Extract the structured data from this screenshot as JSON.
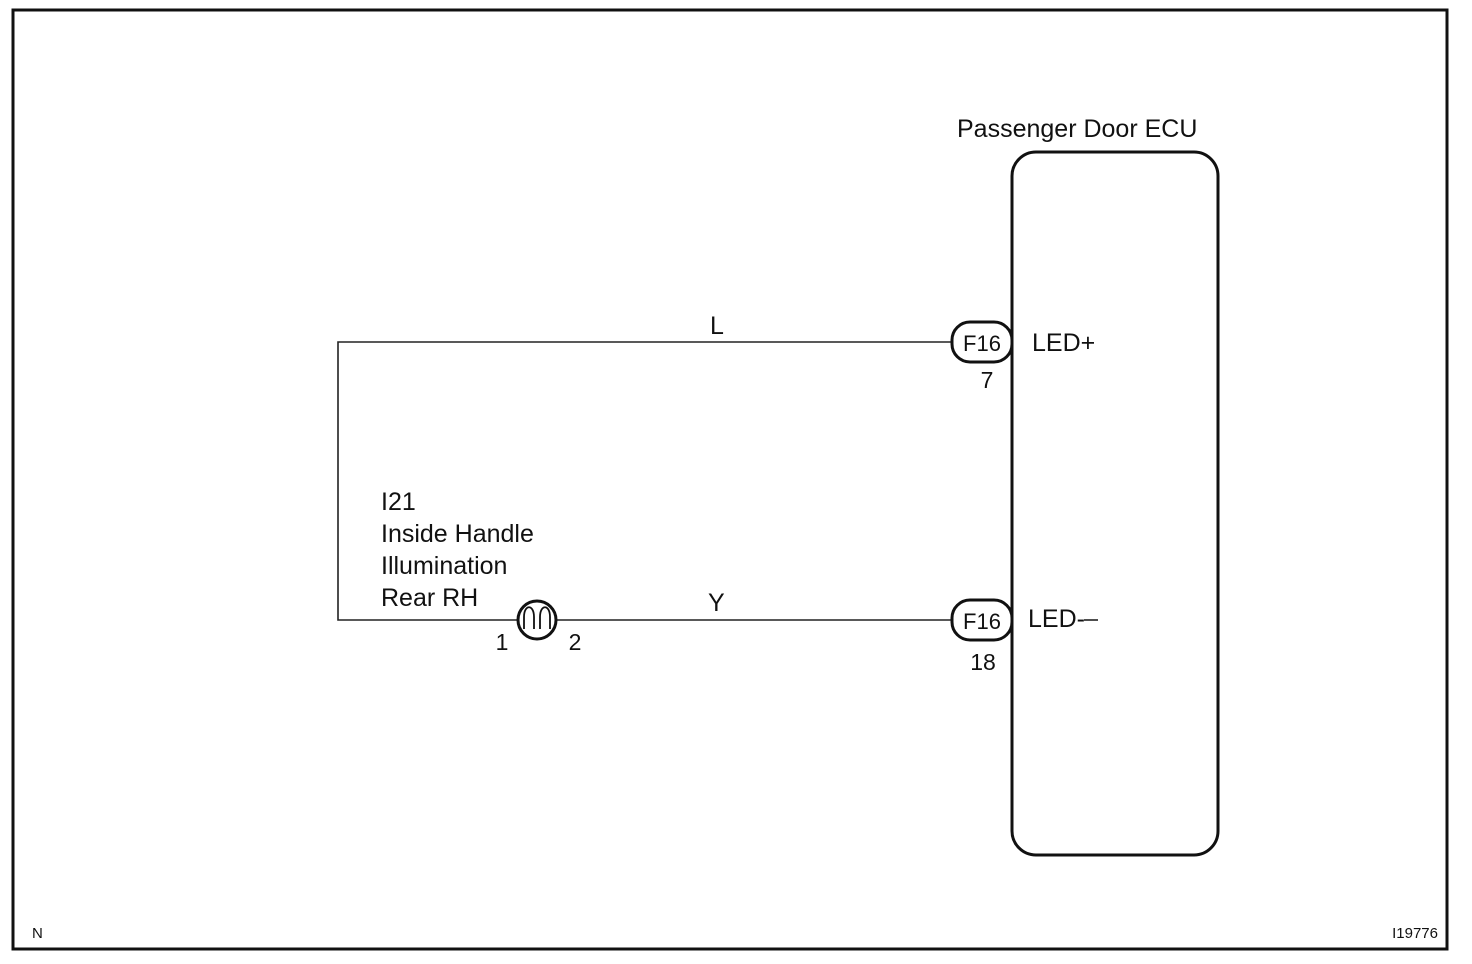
{
  "ecu": {
    "name": "Passenger Door ECU",
    "terminals": {
      "top": "LED+",
      "bottom": "LED-"
    }
  },
  "connectors": {
    "top": {
      "id": "F16",
      "pin": "7"
    },
    "bottom": {
      "id": "F16",
      "pin": "18"
    }
  },
  "wires": {
    "top": "L",
    "bottom": "Y"
  },
  "component": {
    "code": "I21",
    "name_line1": "Inside Handle",
    "name_line2": "Illumination",
    "name_line3": "Rear RH",
    "pin_left": "1",
    "pin_right": "2"
  },
  "footer": {
    "left_mark": "N",
    "figure_id": "I19776"
  }
}
